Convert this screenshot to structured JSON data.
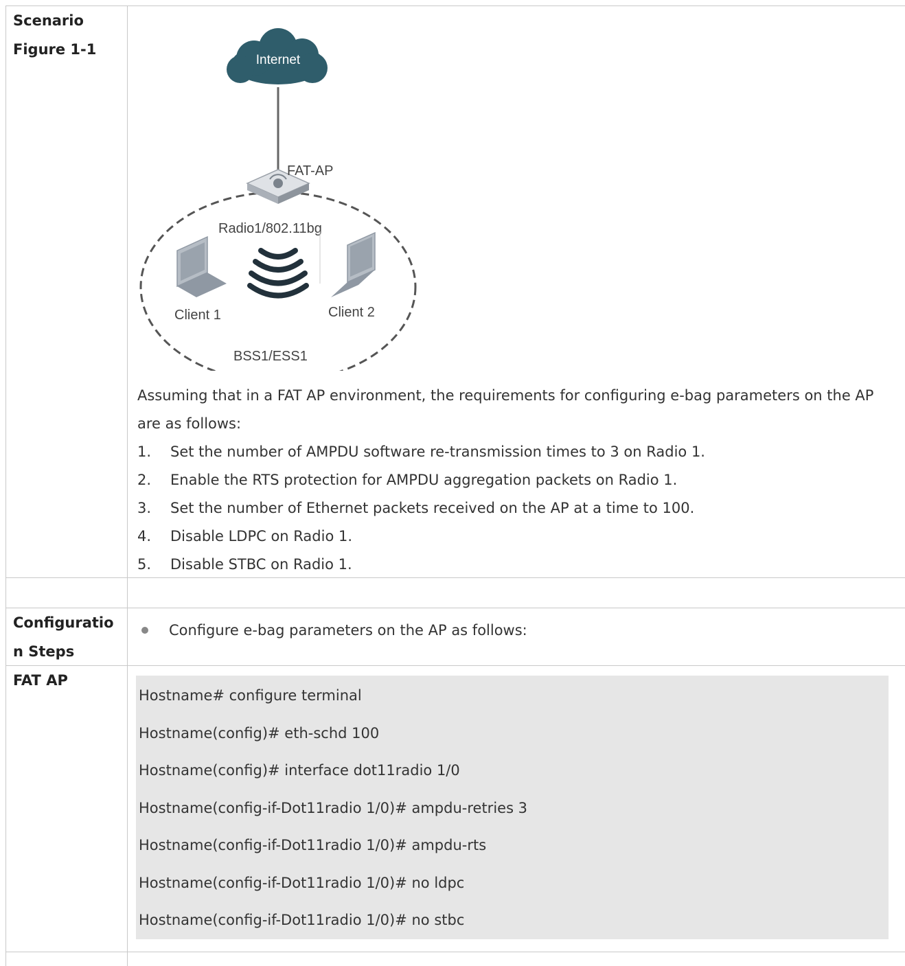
{
  "scenario": {
    "label_line1": "Scenario",
    "label_line2": "Figure 1-1",
    "figure": {
      "cloud_label": "Internet",
      "ap_label": "FAT-AP",
      "radio_label": "Radio1/802.11bg",
      "client1_label": "Client 1",
      "client2_label": "Client 2",
      "bss_label": "BSS1/ESS1",
      "colors": {
        "cloud": "#2f5d6b",
        "line": "#666666",
        "ap": "#c9ccd1",
        "laptop": "#8f98a3",
        "waves": "#22313b"
      }
    },
    "intro": "Assuming that in a FAT AP environment, the requirements for configuring e-bag parameters on the AP are as follows:",
    "requirements": [
      {
        "num": "1.",
        "text": "Set the number of AMPDU software re-transmission times to 3 on Radio 1."
      },
      {
        "num": "2.",
        "text": "Enable the RTS protection for AMPDU aggregation packets on Radio 1."
      },
      {
        "num": "3.",
        "text": "Set the number of Ethernet packets received on the AP at a time to 100."
      },
      {
        "num": "4.",
        "text": "Disable LDPC on Radio 1."
      },
      {
        "num": "5.",
        "text": "Disable STBC on Radio 1."
      }
    ]
  },
  "config_steps": {
    "label_line1": "Configuratio",
    "label_line2": "n Steps",
    "bullet": "Configure e-bag parameters on the AP as follows:"
  },
  "fat_ap": {
    "label": "FAT AP",
    "code": [
      "Hostname# configure terminal",
      "Hostname(config)# eth-schd 100",
      "Hostname(config)# interface dot11radio 1/0",
      "Hostname(config-if-Dot11radio 1/0)# ampdu-retries 3",
      "Hostname(config-if-Dot11radio 1/0)# ampdu-rts",
      "Hostname(config-if-Dot11radio 1/0)# no ldpc",
      "Hostname(config-if-Dot11radio 1/0)# no stbc"
    ]
  }
}
